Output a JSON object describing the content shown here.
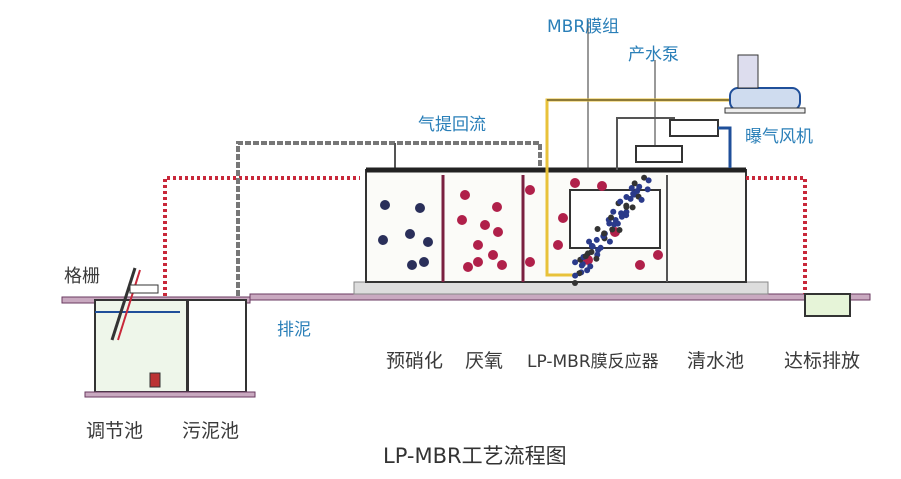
{
  "title": "LP-MBR工艺流程图",
  "labels": {
    "mbr_module": "MBR膜组",
    "product_pump": "产水泵",
    "blower": "曝气风机",
    "airlift_return": "气提回流",
    "screen": "格栅",
    "sludge_discharge": "排泥",
    "pre_denitrification": "预硝化",
    "anaerobic": "厌氧",
    "mbr_reactor": "LP-MBR膜反应器",
    "clear_water_tank": "清水池",
    "discharge": "达标排放",
    "equalization_tank": "调节池",
    "sludge_tank": "污泥池"
  },
  "colors": {
    "label_blue": "#2a7fb8",
    "return_pipe": "#c8283a",
    "air_pipe": "#1f4f9a",
    "yellow_pipe": "#e8c23a",
    "floor": "#8a4a7a"
  }
}
